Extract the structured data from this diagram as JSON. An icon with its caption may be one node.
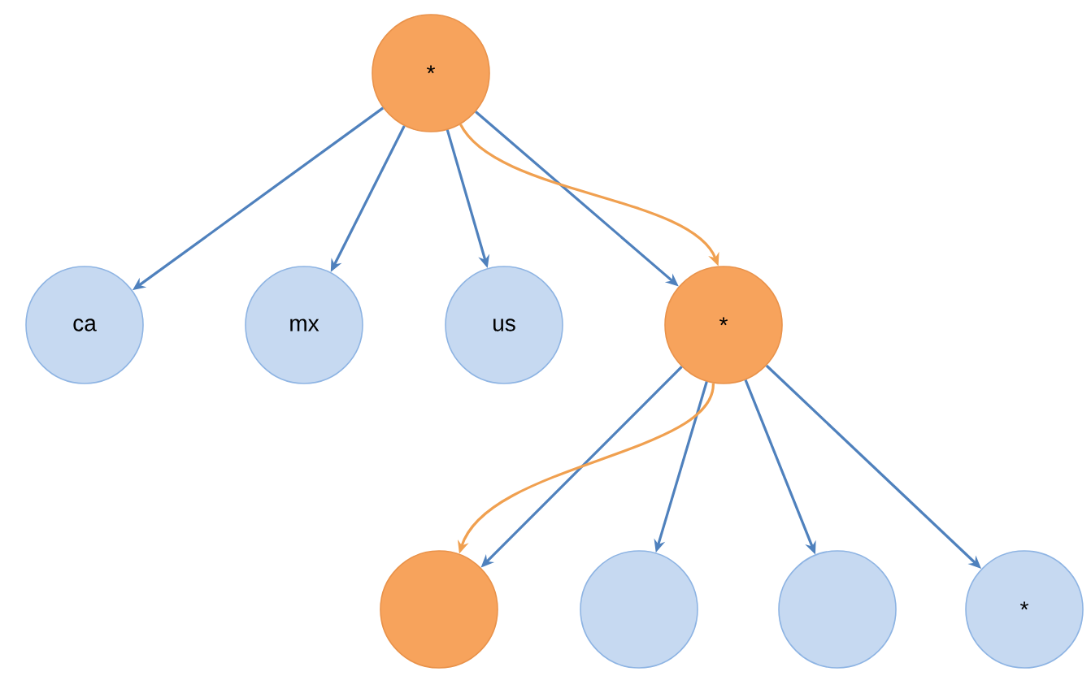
{
  "diagram": {
    "nodes": [
      {
        "text": [
          "*"
        ]
      },
      {
        "text": [
          "ca"
        ]
      },
      {
        "text": [
          "mx"
        ]
      },
      {
        "text": [
          "us"
        ]
      },
      {
        "text": [
          "*"
        ]
      },
      {
        "text": [],
        "shape": "circle"
      },
      {
        "text": [],
        "shape": "circle"
      },
      {
        "text": [],
        "shape": "circle"
      },
      {
        "text": [
          "*"
        ]
      }
    ],
    "edges": [
      {
        "from": 0,
        "to": 1,
        "arrow": "to"
      },
      {
        "from": 0,
        "to": 2,
        "arrow": "to"
      },
      {
        "from": 0,
        "to": 3,
        "arrow": "to"
      },
      {
        "from": 0,
        "to": 4,
        "arrow": "to"
      },
      {
        "from": 0,
        "to": 4,
        "arrow": "to",
        "color": "#f0a050"
      },
      {
        "from": 4,
        "to": 5,
        "arrow": "to"
      },
      {
        "from": 4,
        "to": 6,
        "arrow": "to"
      },
      {
        "from": 4,
        "to": 7,
        "arrow": "to"
      },
      {
        "from": 4,
        "to": 8,
        "arrow": "to"
      },
      {
        "from": 4,
        "to": 5,
        "arrow": "to",
        "color": "#f0a050"
      }
    ]
  }
}
